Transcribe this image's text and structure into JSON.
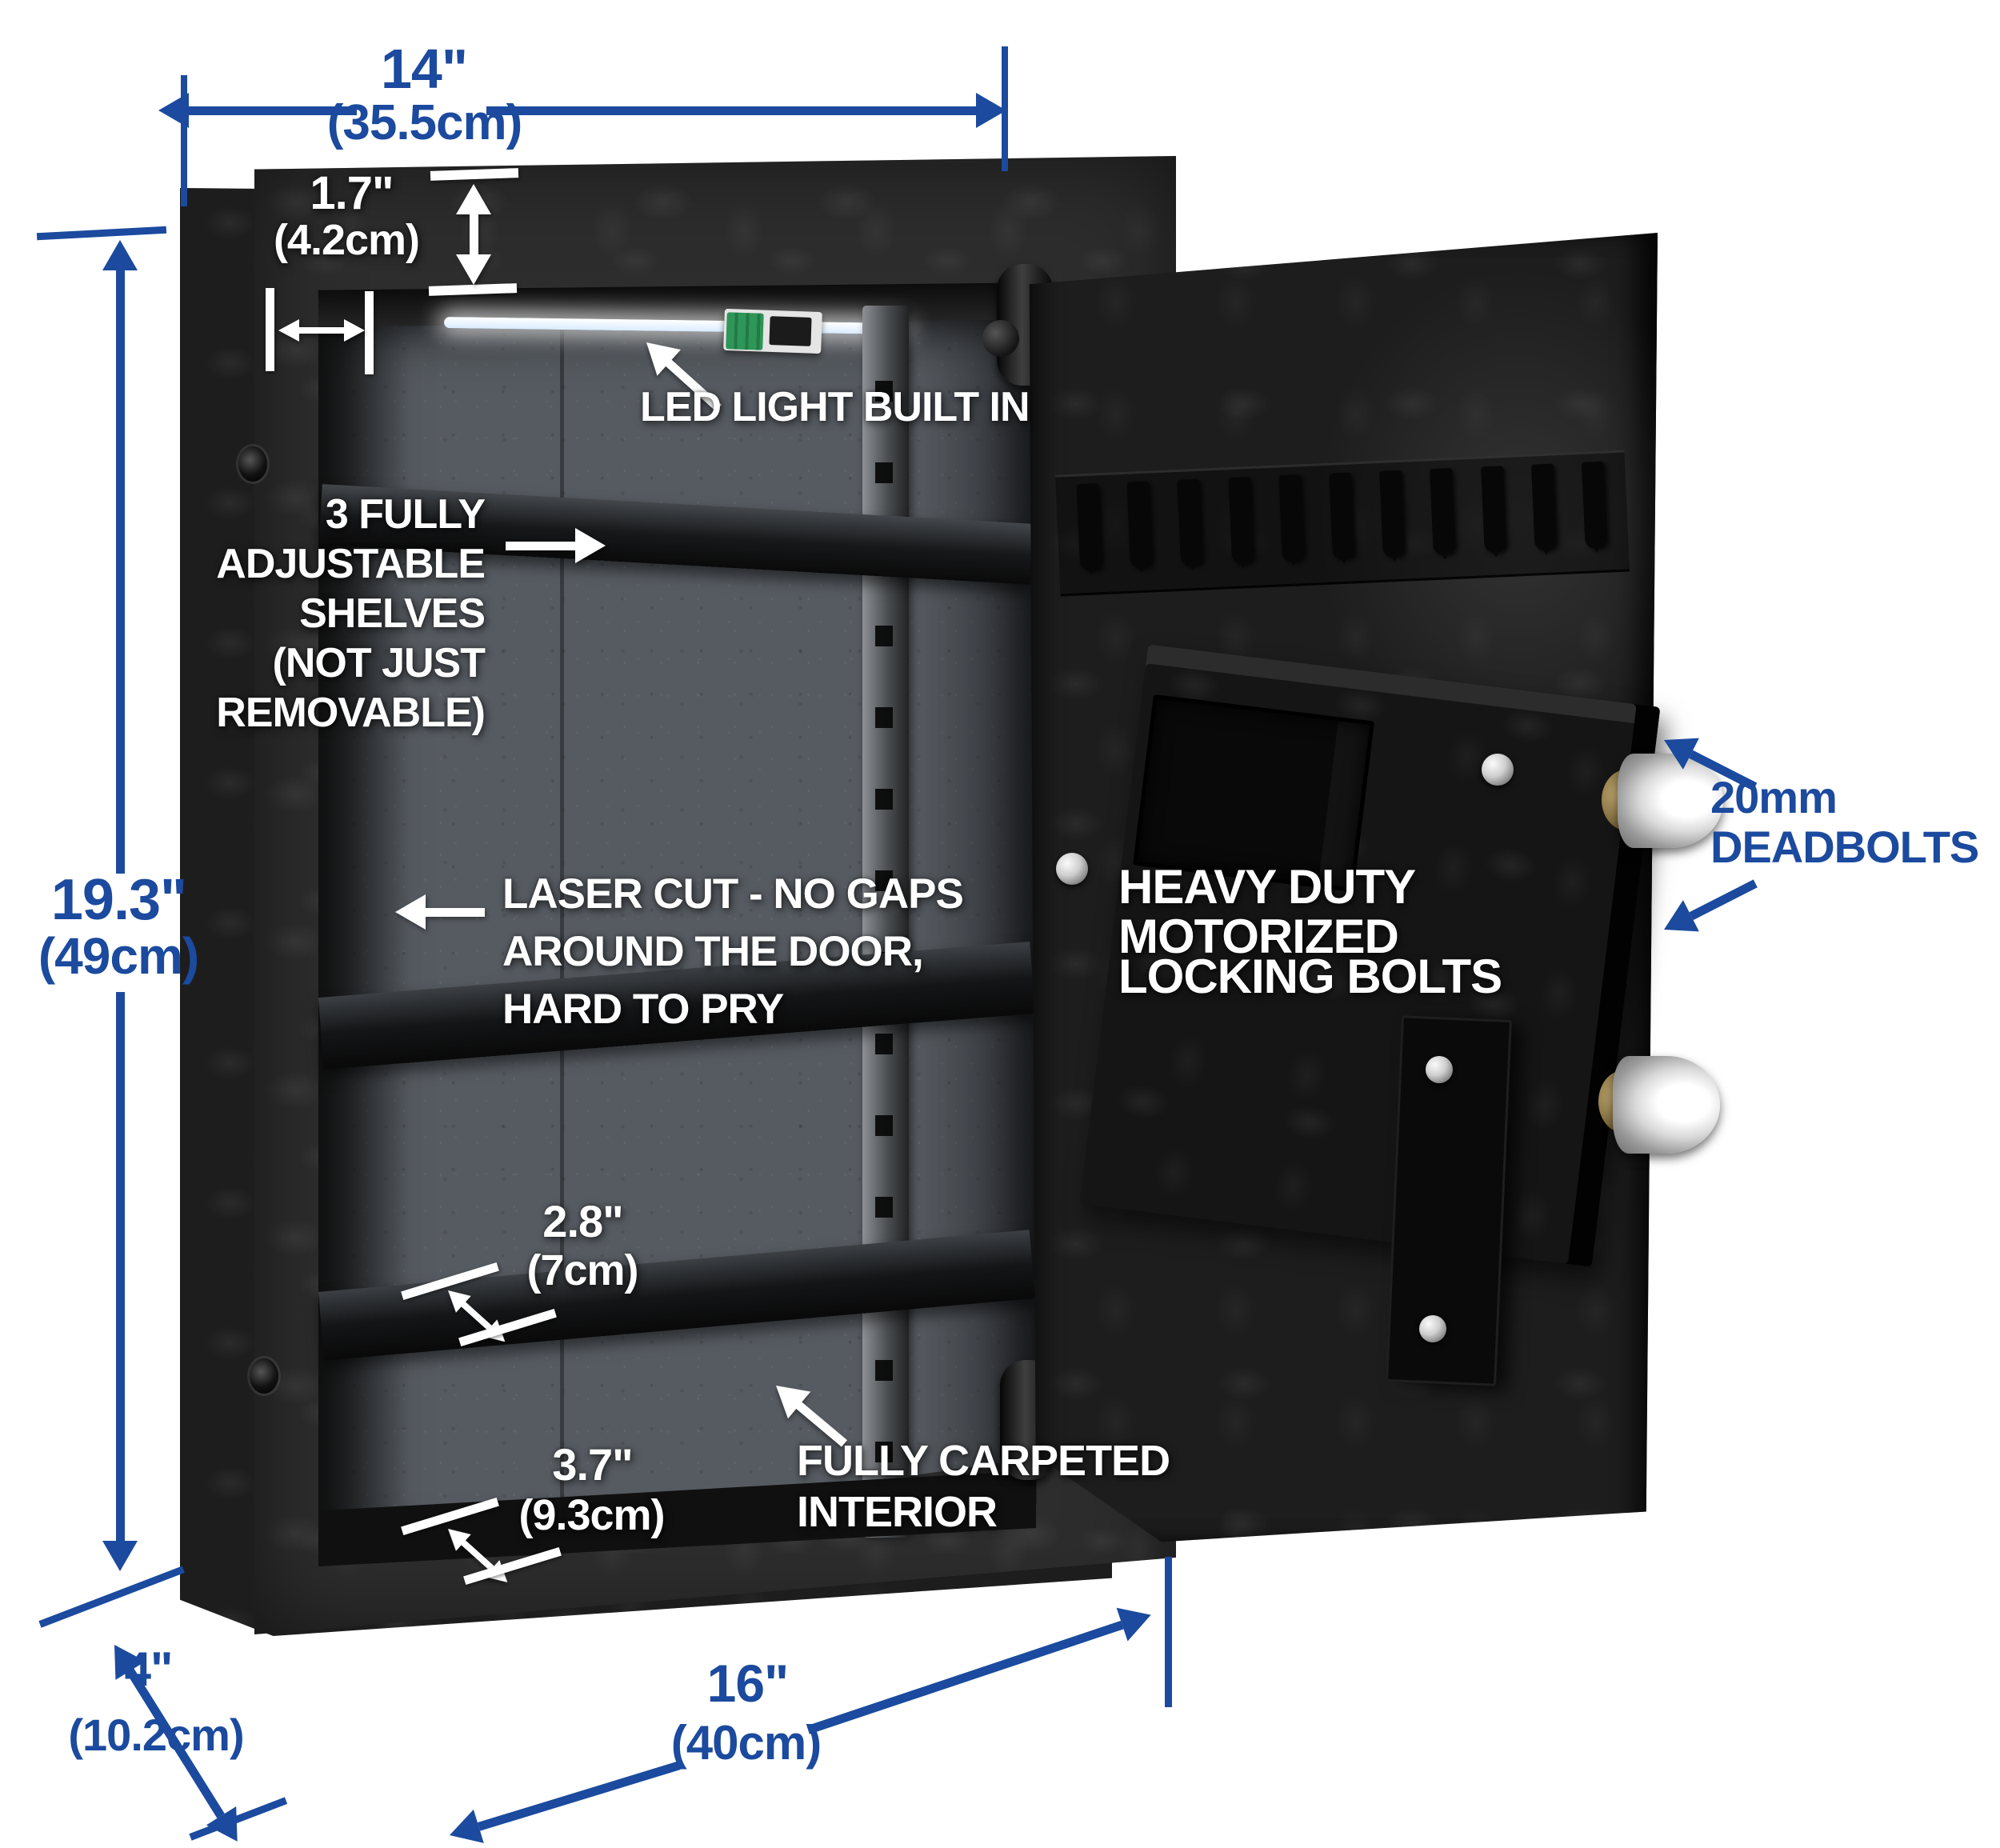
{
  "colors": {
    "annotation_blue": "#1b4a9e",
    "callout_white": "#ffffff",
    "background": "#ffffff",
    "led_green": "#2e9658"
  },
  "dimensions": {
    "top_width": {
      "inches": "14\"",
      "metric": "(35.5cm)"
    },
    "top_depth": {
      "inches": "1.7\"",
      "metric": "(4.2cm)"
    },
    "height": {
      "inches": "19.3\"",
      "metric": "(49cm)"
    },
    "wall_depth": {
      "inches": "4\"",
      "metric": "(10.2cm)"
    },
    "bottom_width": {
      "inches": "16\"",
      "metric": "(40cm)"
    },
    "shelf_gap_small": {
      "inches": "2.8\"",
      "metric": "(7cm)"
    },
    "shelf_gap_large": {
      "inches": "3.7\"",
      "metric": "(9.3cm)"
    }
  },
  "callouts": {
    "led": "LED LIGHT BUILT IN",
    "shelves": {
      "l1": "3 FULLY",
      "l2": "ADJUSTABLE",
      "l3": "SHELVES",
      "l4": "(NOT JUST",
      "l5": "REMOVABLE)"
    },
    "laser": {
      "l1": "LASER CUT - NO GAPS",
      "l2": "AROUND THE DOOR,",
      "l3": "HARD TO PRY"
    },
    "bolts": {
      "l1": "HEAVY DUTY MOTORIZED",
      "l2": "LOCKING BOLTS"
    },
    "deadbolts": {
      "l1": "20mm",
      "l2": "DEADBOLTS"
    },
    "carpet": {
      "l1": "FULLY CARPETED",
      "l2": "INTERIOR"
    }
  }
}
